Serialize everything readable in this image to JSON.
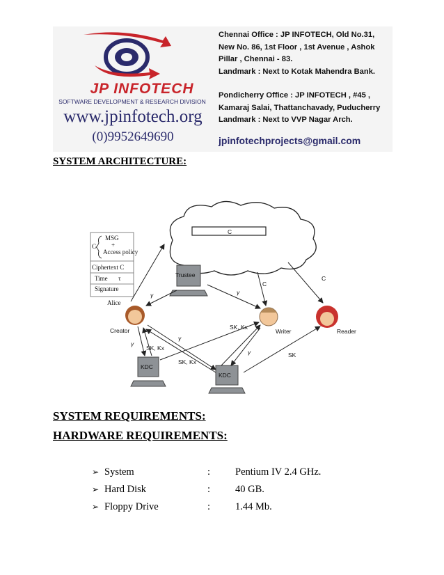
{
  "header": {
    "brand": "JP INFOTECH",
    "division": "SOFTWARE DEVELOPMENT & RESEARCH DIVISION",
    "website": "www.jpinfotech.org",
    "phone": "(0)9952649690",
    "chennai_lines": [
      "Chennai Office : JP INFOTECH, Old No.31,",
      "New No. 86, 1st Floor , 1st Avenue , Ashok",
      "Pillar , Chennai - 83.",
      "Landmark : Next to Kotak Mahendra Bank."
    ],
    "pondy_lines": [
      "Pondicherry Office : JP INFOTECH , #45 ,",
      "Kamaraj Salai, Thattanchavady, Puducherry",
      "Landmark : Next to VVP Nagar Arch."
    ],
    "email": "jpinfotechprojects@gmail.com",
    "colors": {
      "brand_red": "#c8242a",
      "brand_navy": "#2a2a6b"
    }
  },
  "sections": {
    "architecture_title": "SYSTEM ARCHITECTURE:",
    "requirements_title": "SYSTEM REQUIREMENTS:",
    "hardware_title": "HARDWARE REQUIREMENTS:"
  },
  "diagram": {
    "cloud_label": "C",
    "box_msg": "MSG",
    "box_plus": "+",
    "box_access": "Access policy",
    "box_c": "C",
    "box_ciphertext": "Ciphertext C",
    "box_time": "Time",
    "box_tau": "τ",
    "box_signature": "Signature",
    "alice": "Alice",
    "creator": "Creator",
    "trustee": "Trustee",
    "writer": "Writer",
    "reader": "Reader",
    "kdc": "KDC",
    "gamma": "γ",
    "sk_kx": "SK, Kx",
    "sk": "SK",
    "c": "C"
  },
  "hardware": [
    {
      "label": "System",
      "colon": ":",
      "value": "Pentium IV 2.4 GHz."
    },
    {
      "label": "Hard Disk",
      "colon": ":",
      "value": "40 GB."
    },
    {
      "label": "Floppy Drive",
      "colon": ":",
      "value": "1.44 Mb."
    }
  ]
}
